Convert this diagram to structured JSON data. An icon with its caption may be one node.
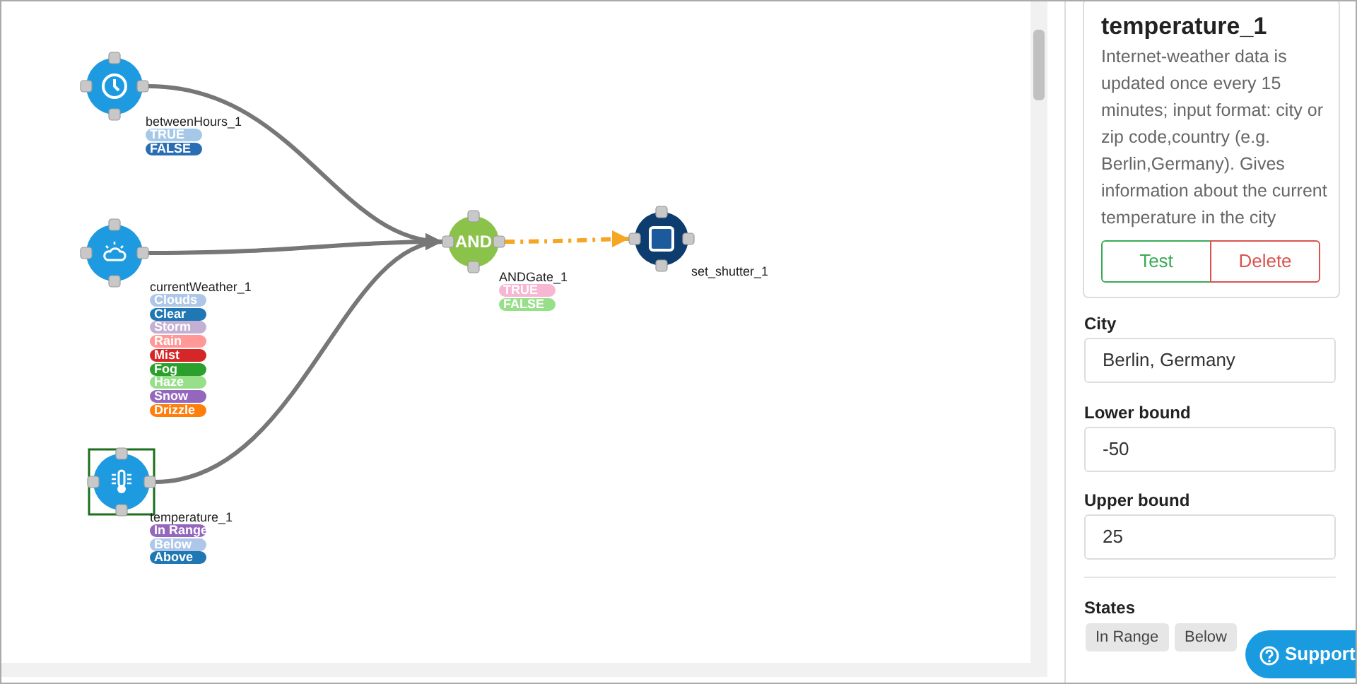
{
  "diagram": {
    "nodes": [
      {
        "text": [
          "betweenHours_1",
          "TRUE",
          "FALSE"
        ]
      },
      {
        "text": [
          "currentWeather_1",
          "Clouds",
          "Clear",
          "Storm",
          "Rain",
          "Mist",
          "Fog",
          "Haze",
          "Snow",
          "Drizzle"
        ]
      },
      {
        "text": [
          "temperature_1",
          "In Range",
          "Below",
          "Above"
        ]
      },
      {
        "text": [
          "AND",
          "ANDGate_1",
          "TRUE",
          "FALSE"
        ]
      },
      {
        "text": [
          "set_shutter_1"
        ]
      }
    ],
    "edges": [
      {
        "from": 0,
        "to": 3,
        "arrow": "to"
      },
      {
        "from": 1,
        "to": 3,
        "arrow": "to"
      },
      {
        "from": 2,
        "to": 3,
        "arrow": "to"
      },
      {
        "from": 3,
        "to": 4,
        "arrow": "to",
        "style": "dashed",
        "color": "#f5a623"
      }
    ],
    "labels": [
      "temperature_1",
      "Internet-weather data is updated once every 15 minutes; input format: city or zip code,country (e.g. Berlin,Germany). Gives information about the current temperature in the city",
      "Test",
      "Delete",
      "City",
      "Berlin, Germany",
      "Lower bound",
      "-50",
      "Upper bound",
      "25",
      "States",
      "In Range",
      "Below",
      "Support"
    ]
  }
}
